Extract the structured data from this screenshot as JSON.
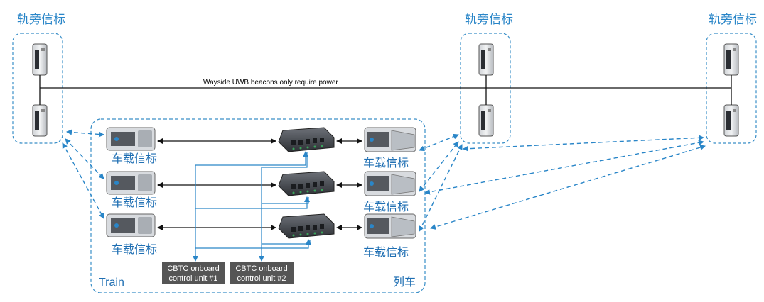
{
  "wayside": {
    "left_label": "轨旁信标",
    "middle_label": "轨旁信标",
    "right_label": "轨旁信标",
    "power_note": "Wayside UWB beacons only require power"
  },
  "onboard": {
    "left_beacons": [
      "车载信标",
      "车载信标",
      "车载信标"
    ],
    "right_beacons": [
      "车载信标",
      "车载信标",
      "车载信标"
    ]
  },
  "train": {
    "label_en": "Train",
    "label_cn": "列车"
  },
  "control_units": [
    {
      "line1": "CBTC onboard",
      "line2": "control unit #1"
    },
    {
      "line1": "CBTC onboard",
      "line2": "control unit #2"
    }
  ],
  "colors": {
    "dashed_border": "#3a8fc8",
    "wireless_link": "#2a86c8",
    "wired_link": "#2a86c8",
    "unit_box": "#555555",
    "label_blue": "#2a86c8"
  }
}
